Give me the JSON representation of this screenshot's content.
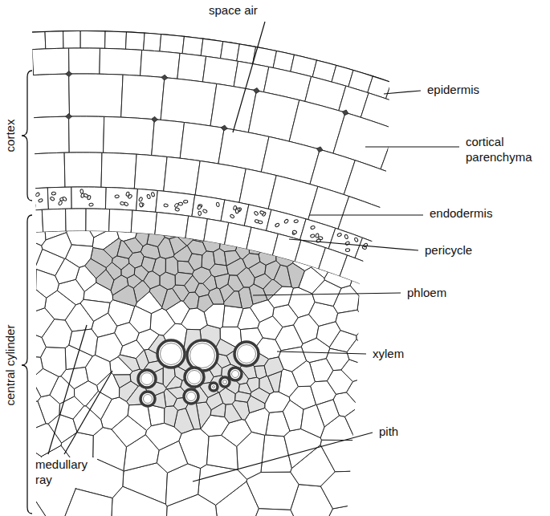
{
  "diagram": {
    "labels": [
      "space air",
      "epidermis",
      "cortical parenchyma",
      "endodermis",
      "pericycle",
      "phloem",
      "xylem",
      "pith",
      "cortex",
      "central cylinder",
      "medullary ray"
    ]
  }
}
